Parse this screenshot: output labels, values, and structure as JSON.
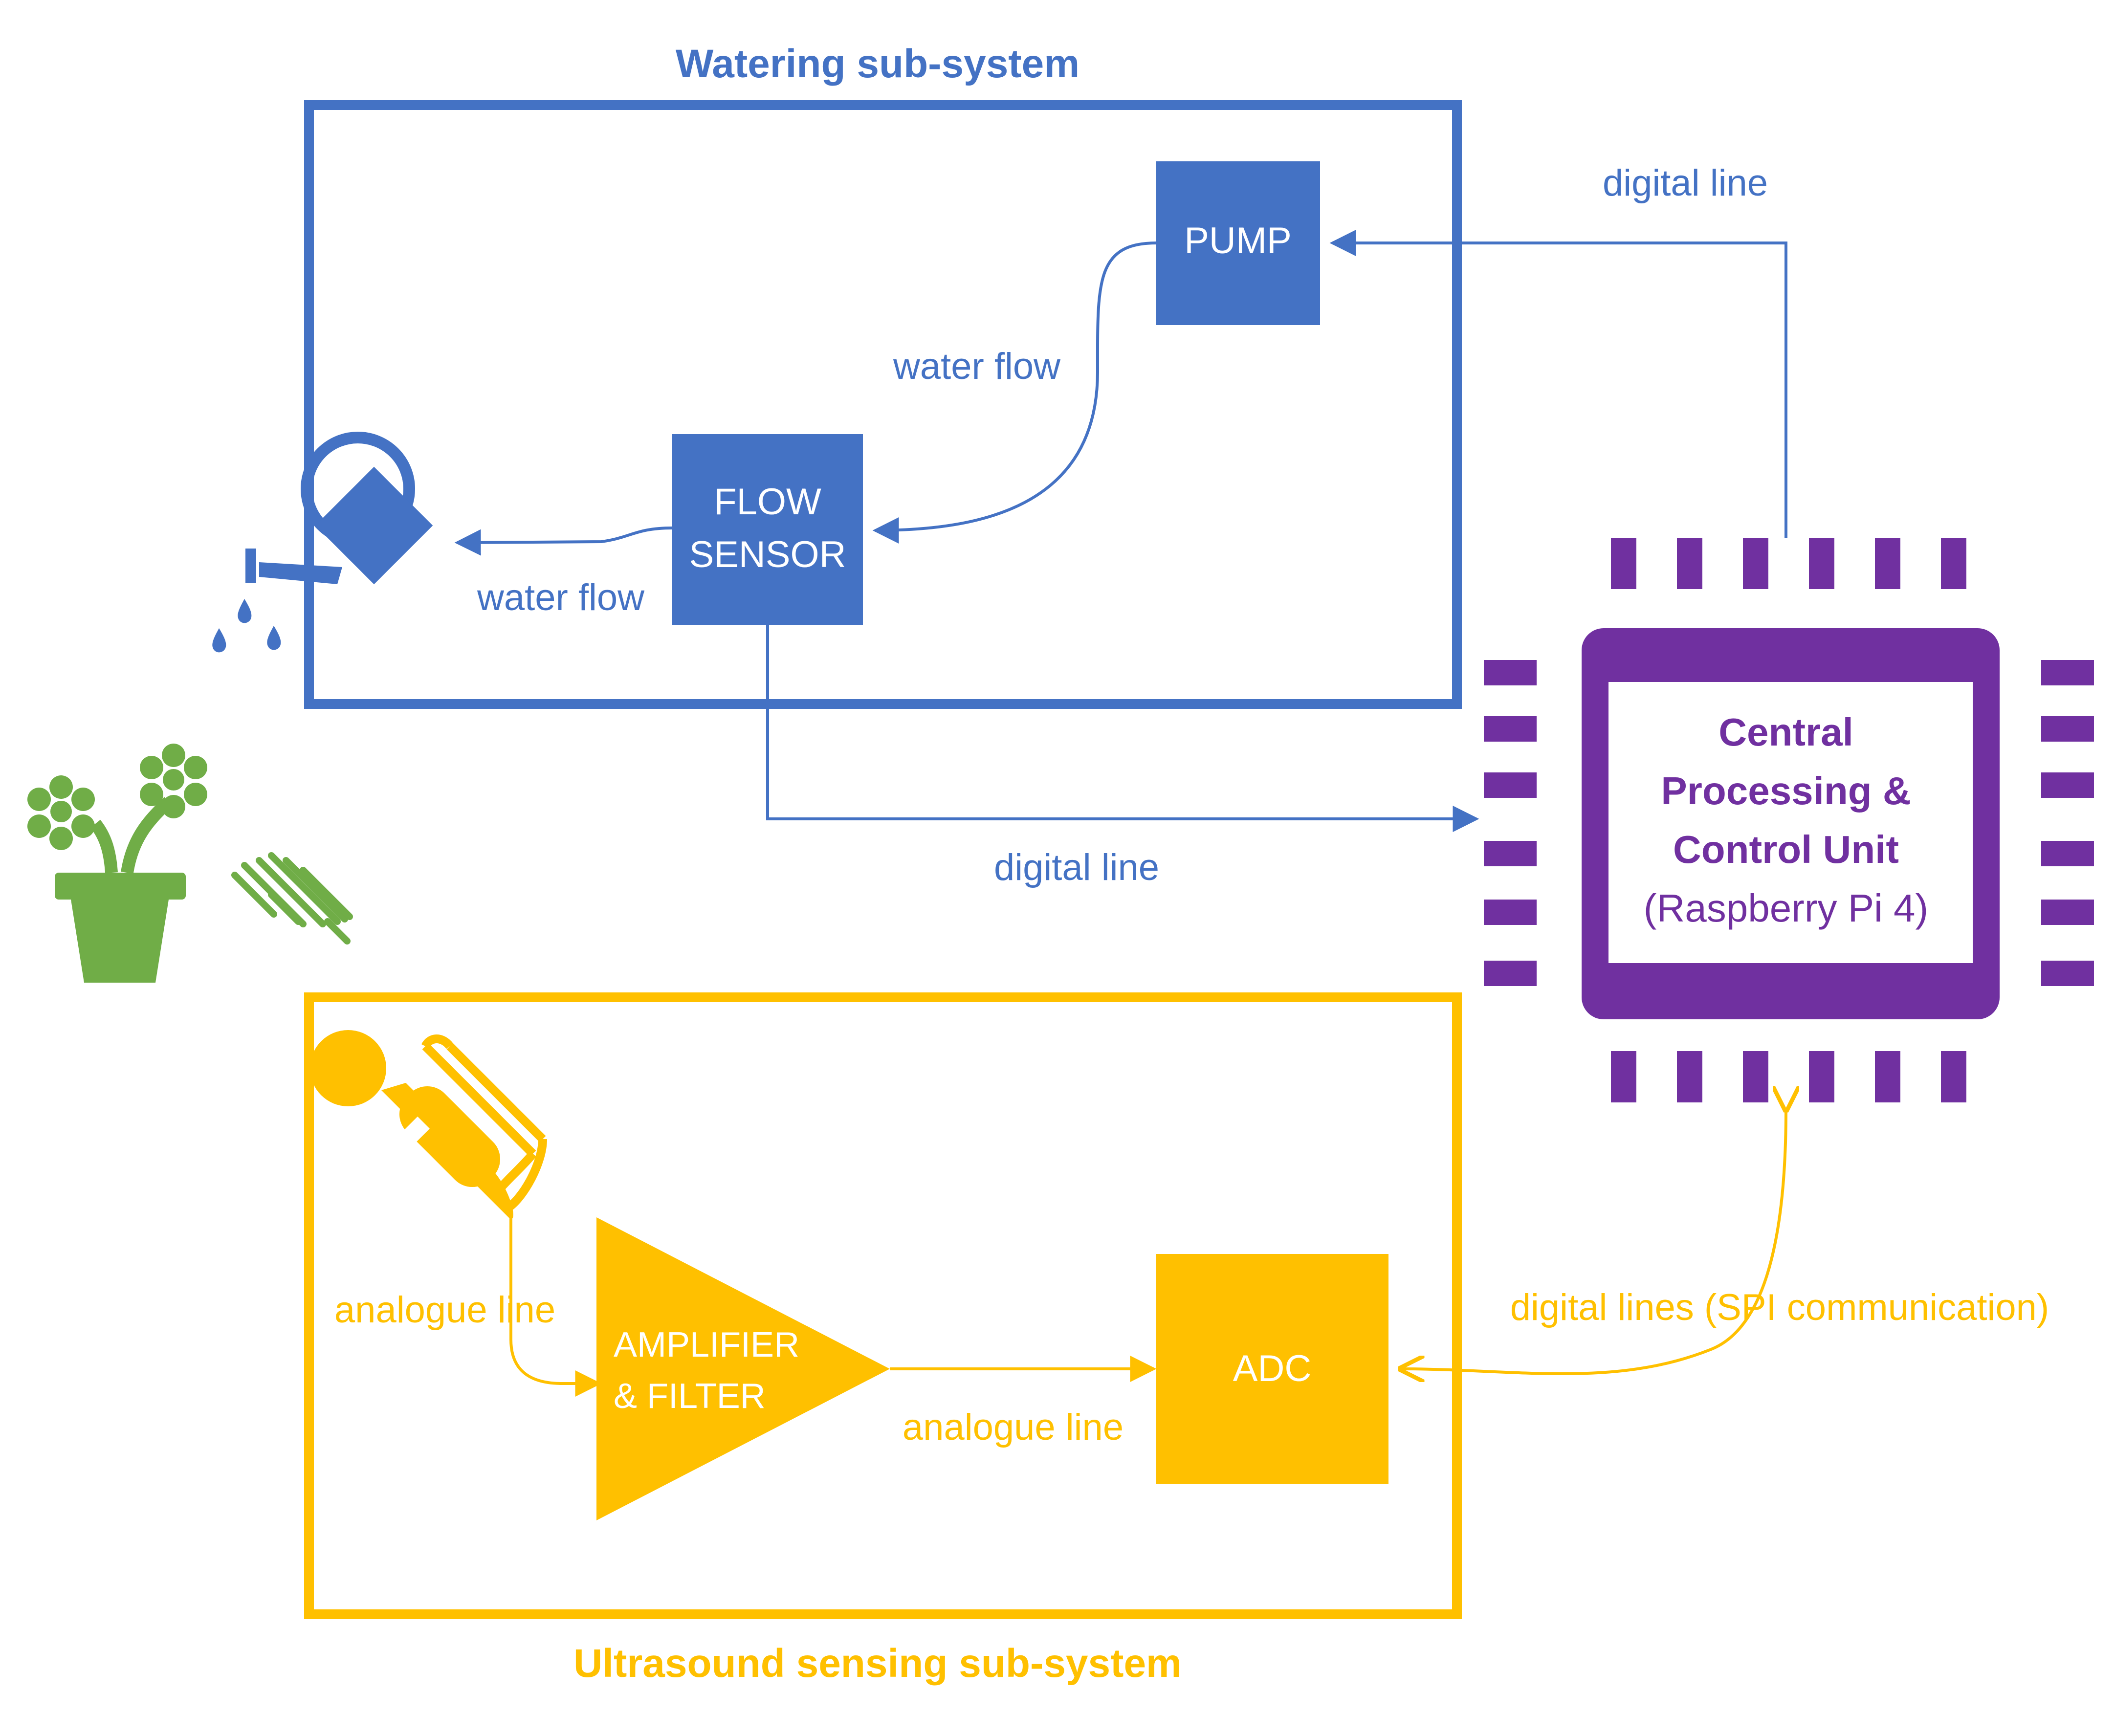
{
  "colors": {
    "blue": "#4472C4",
    "yellow": "#FFC000",
    "purple": "#7030A0",
    "green": "#70AD47",
    "white": "#FFFFFF"
  },
  "watering": {
    "title": "Watering sub-system",
    "pump_label": "PUMP",
    "flow_sensor_line1": "FLOW",
    "flow_sensor_line2": "SENSOR",
    "water_flow_upper": "water flow",
    "water_flow_lower": "water flow",
    "digital_line_top": "digital line",
    "digital_line_bottom": "digital line"
  },
  "ultrasound": {
    "title": "Ultrasound sensing sub-system",
    "amp_line1": "AMPLIFIER",
    "amp_line2": "& FILTER",
    "adc_label": "ADC",
    "analogue_line_left": "analogue line",
    "analogue_line_mid": "analogue line",
    "digital_lines_spi": "digital lines (SPI communication)"
  },
  "cpu": {
    "line1": "Central",
    "line2": "Processing &",
    "line3": "Control Unit",
    "line4": "(Raspberry Pi 4)"
  },
  "icons": [
    "watering-can-icon",
    "water-drops-icon",
    "plant-pot-icon",
    "sound-waves-icon",
    "microphone-icon",
    "chip-icon"
  ]
}
